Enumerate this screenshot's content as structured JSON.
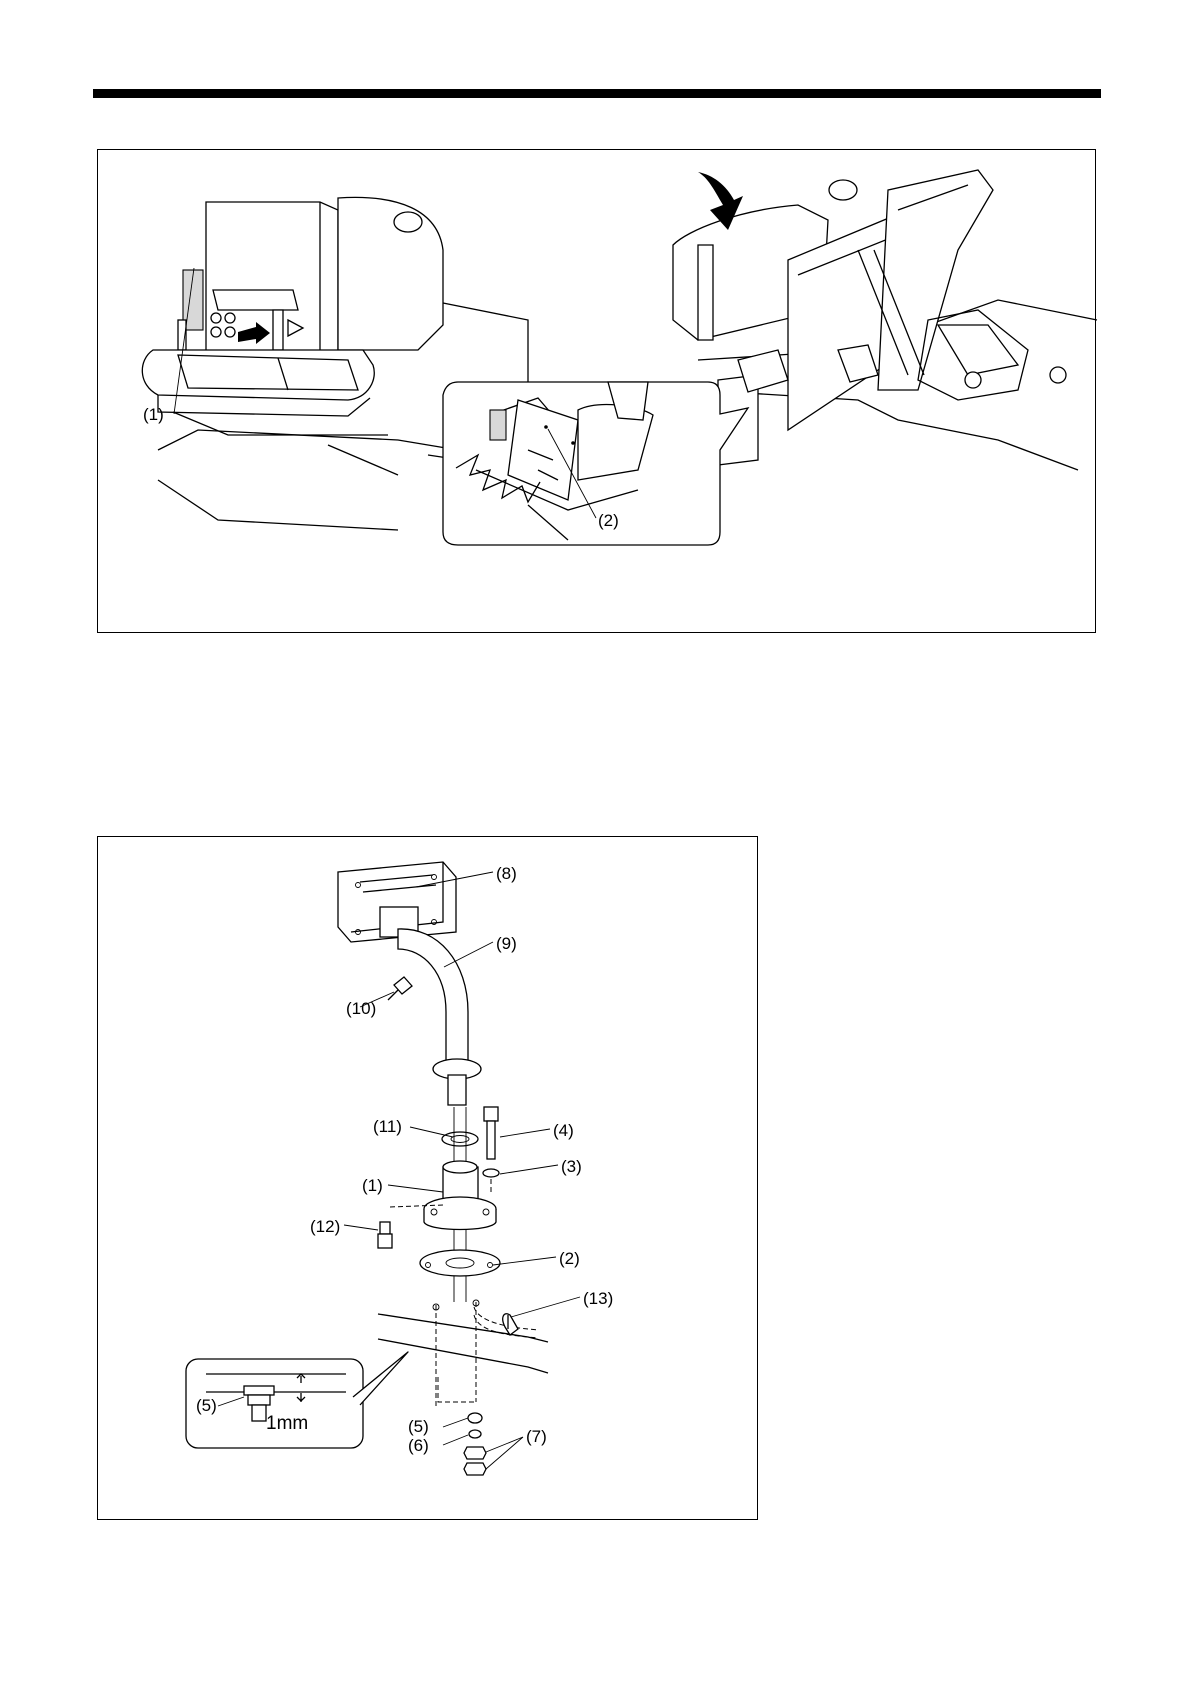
{
  "figure1": {
    "callouts": {
      "c1": "(1)",
      "c2": "(2)"
    }
  },
  "figure2": {
    "callouts": {
      "c1": "(1)",
      "c2": "(2)",
      "c3": "(3)",
      "c4": "(4)",
      "c5": "(5)",
      "c6": "(6)",
      "c7": "(7)",
      "c8": "(8)",
      "c9": "(9)",
      "c10": "(10)",
      "c11": "(11)",
      "c12": "(12)",
      "c13": "(13)"
    },
    "inset": {
      "callout": "(5)",
      "dimension": "1mm"
    }
  }
}
